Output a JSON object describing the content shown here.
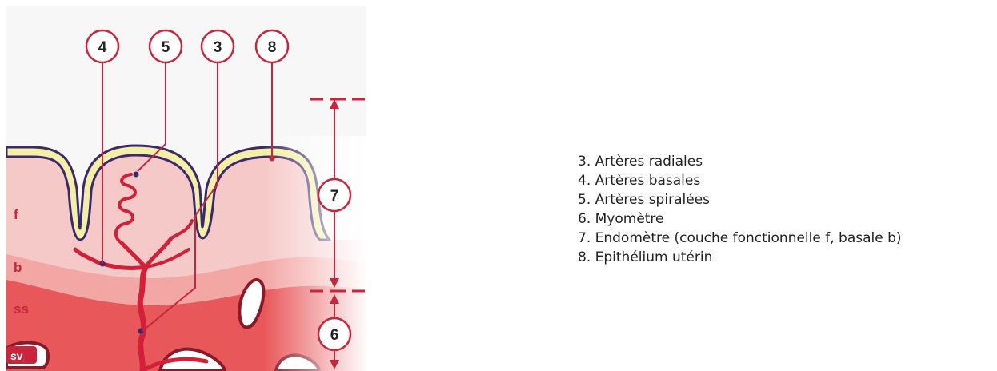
{
  "diagram": {
    "callouts": [
      "4",
      "5",
      "3",
      "8",
      "7",
      "6"
    ],
    "layer_labels": [
      "f",
      "b",
      "ss",
      "sv"
    ]
  },
  "legend": [
    "3. Artères radiales",
    "4. Artères basales",
    "5. Artères spiralées",
    "6. Myomètre",
    "7. Endomètre (couche fonctionnelle f, basale b)",
    "8. Epithélium utérin"
  ],
  "colors": {
    "accent": "#c8263c",
    "epithelium": "#f3efa6",
    "outline": "#3b2a6b",
    "functional_layer": "#f6c9c9",
    "basal_layer": "#f2a7a4",
    "myometrium": "#e8585a"
  }
}
